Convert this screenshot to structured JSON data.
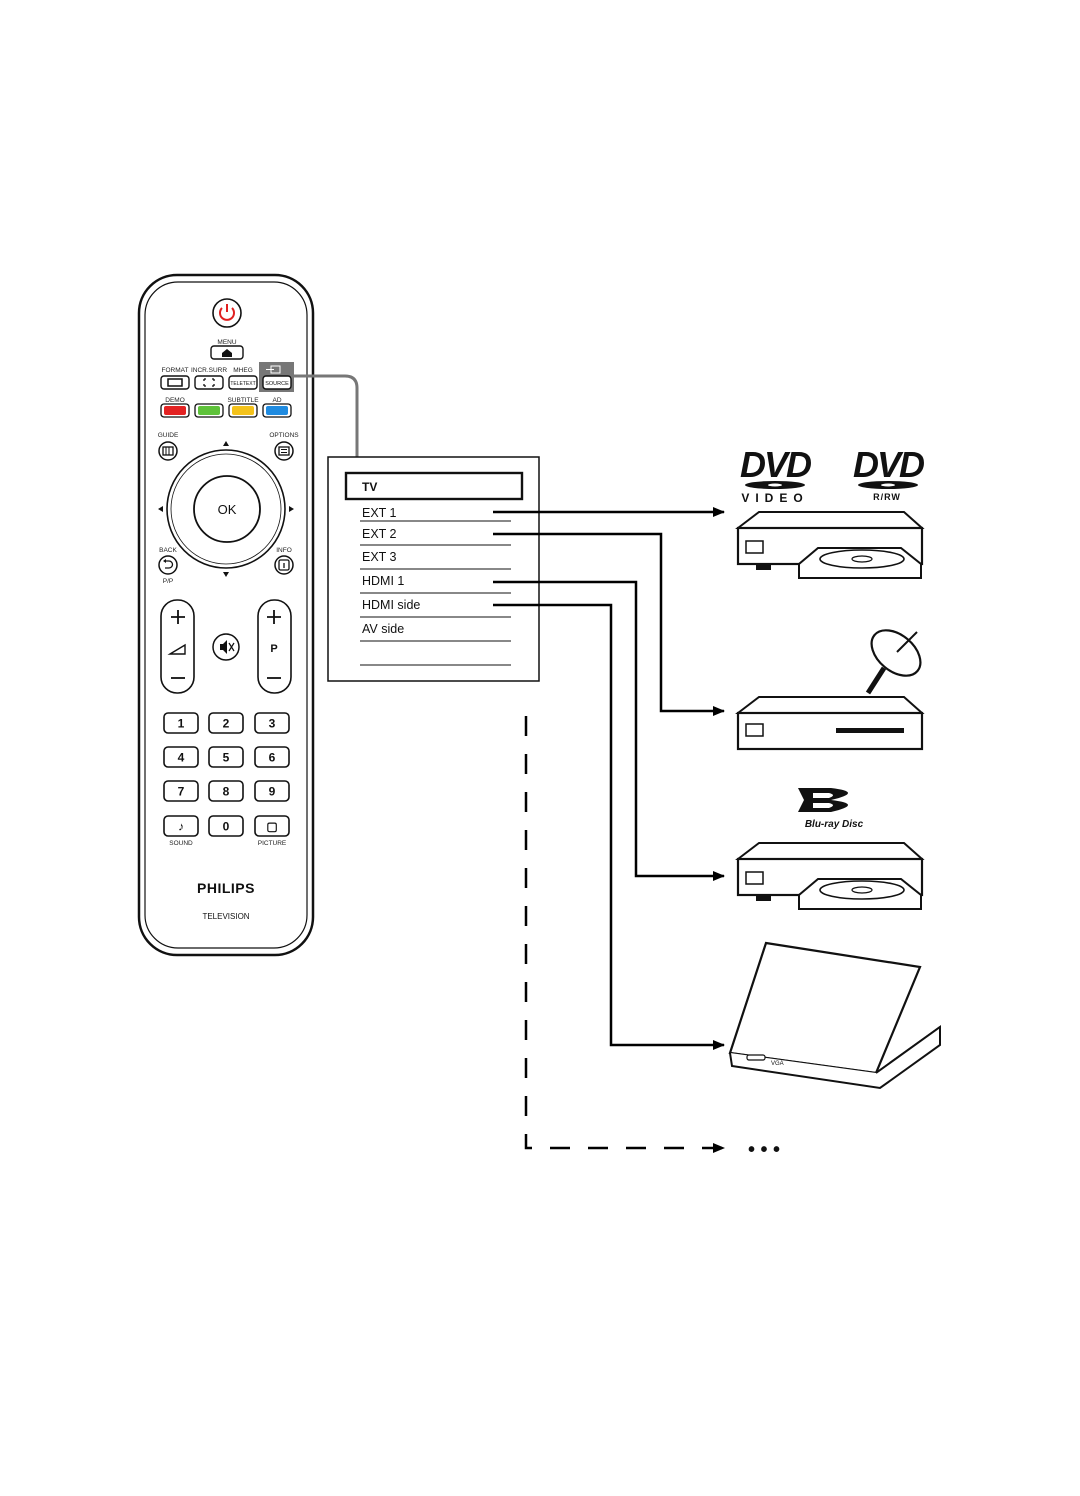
{
  "remote": {
    "labels": {
      "menu": "MENU",
      "format": "FORMAT",
      "incr_surr": "INCR.SURR",
      "mheg": "MHEG",
      "teletext": "TELETEXT",
      "source": "SOURCE",
      "demo": "DEMO",
      "subtitle": "SUBTITLE",
      "ad": "AD",
      "guide": "GUIDE",
      "options": "OPTIONS",
      "ok": "OK",
      "back": "BACK",
      "info": "INFO",
      "pp": "P/P",
      "p": "P",
      "sound": "SOUND",
      "picture": "PICTURE"
    },
    "keys": [
      "1",
      "2",
      "3",
      "4",
      "5",
      "6",
      "7",
      "8",
      "9",
      "♪",
      "0",
      "▢"
    ],
    "brand": "PHILIPS",
    "subbrand": "TELEVISION"
  },
  "source_menu": {
    "title": "TV",
    "items": [
      "EXT 1",
      "EXT 2",
      "EXT 3",
      "HDMI 1",
      "HDMI side",
      "AV side"
    ]
  },
  "devices": {
    "dvd_logo": "DVD",
    "dvd_video": "VIDEO",
    "dvd_rw": "R/RW",
    "bluray_logo": "Blu-ray Disc",
    "laptop_port": "VGA",
    "more": "• • •"
  },
  "colors": {
    "power": "#e02020",
    "red": "#e32222",
    "green": "#5ec23a",
    "yellow": "#f4c21a",
    "blue": "#1f8be0",
    "connector": "#777777"
  }
}
